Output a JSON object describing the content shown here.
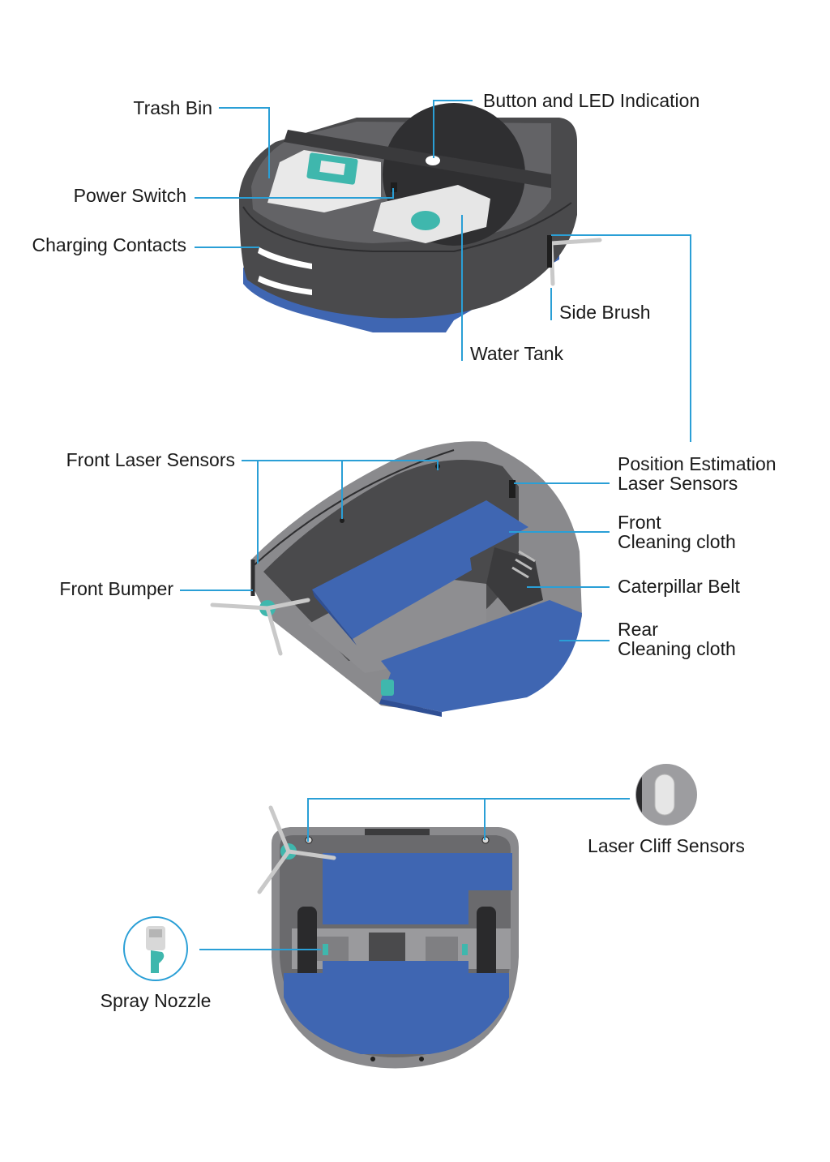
{
  "labels": {
    "trash_bin": "Trash Bin",
    "button_led": "Button and LED Indication",
    "power_switch": "Power Switch",
    "charging_contacts": "Charging Contacts",
    "side_brush": "Side Brush",
    "water_tank": "Water Tank",
    "front_laser_sensors": "Front Laser Sensors",
    "position_estimation_line1": "Position Estimation",
    "position_estimation_line2": "Laser Sensors",
    "front_cloth_line1": "Front",
    "front_cloth_line2": "Cleaning cloth",
    "front_bumper": "Front Bumper",
    "caterpillar_belt": "Caterpillar Belt",
    "rear_cloth_line1": "Rear",
    "rear_cloth_line2": "Cleaning cloth",
    "laser_cliff_sensors": "Laser Cliff Sensors",
    "spray_nozzle": "Spray Nozzle"
  },
  "colors": {
    "leader_line": "#2a9fd6",
    "robot_body": "#4a4a4c",
    "cleaning_cloth": "#3f66b2",
    "accent": "#3fb7ad"
  }
}
